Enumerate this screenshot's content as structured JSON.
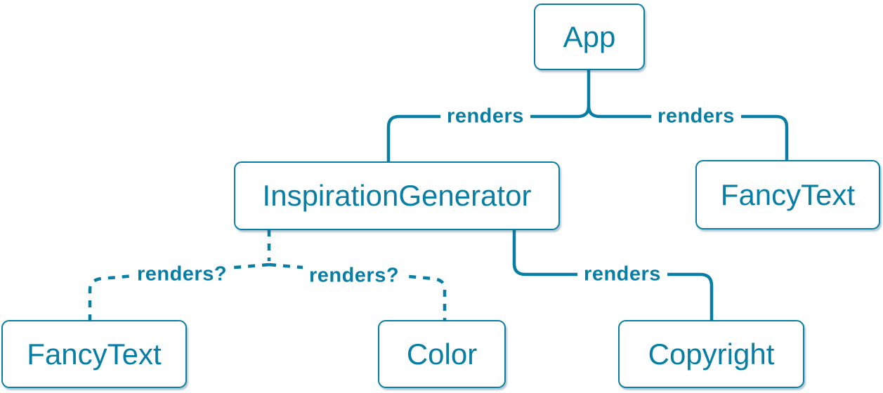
{
  "diagram": {
    "nodes": [
      {
        "id": "app",
        "label": "App"
      },
      {
        "id": "inspiration-generator",
        "label": "InspirationGenerator"
      },
      {
        "id": "fancy-text-top",
        "label": "FancyText"
      },
      {
        "id": "fancy-text-bottom",
        "label": "FancyText"
      },
      {
        "id": "color",
        "label": "Color"
      },
      {
        "id": "copyright",
        "label": "Copyright"
      }
    ],
    "edges": [
      {
        "from": "App",
        "to": "InspirationGenerator",
        "label": "renders",
        "style": "solid"
      },
      {
        "from": "App",
        "to": "FancyText",
        "label": "renders",
        "style": "solid"
      },
      {
        "from": "InspirationGenerator",
        "to": "FancyText",
        "label": "renders?",
        "style": "dashed"
      },
      {
        "from": "InspirationGenerator",
        "to": "Color",
        "label": "renders?",
        "style": "dashed"
      },
      {
        "from": "InspirationGenerator",
        "to": "Copyright",
        "label": "renders",
        "style": "solid"
      }
    ],
    "colors": {
      "accent": "#087ea4",
      "node_fill": "#ffffff",
      "background": "#ffffff"
    }
  }
}
